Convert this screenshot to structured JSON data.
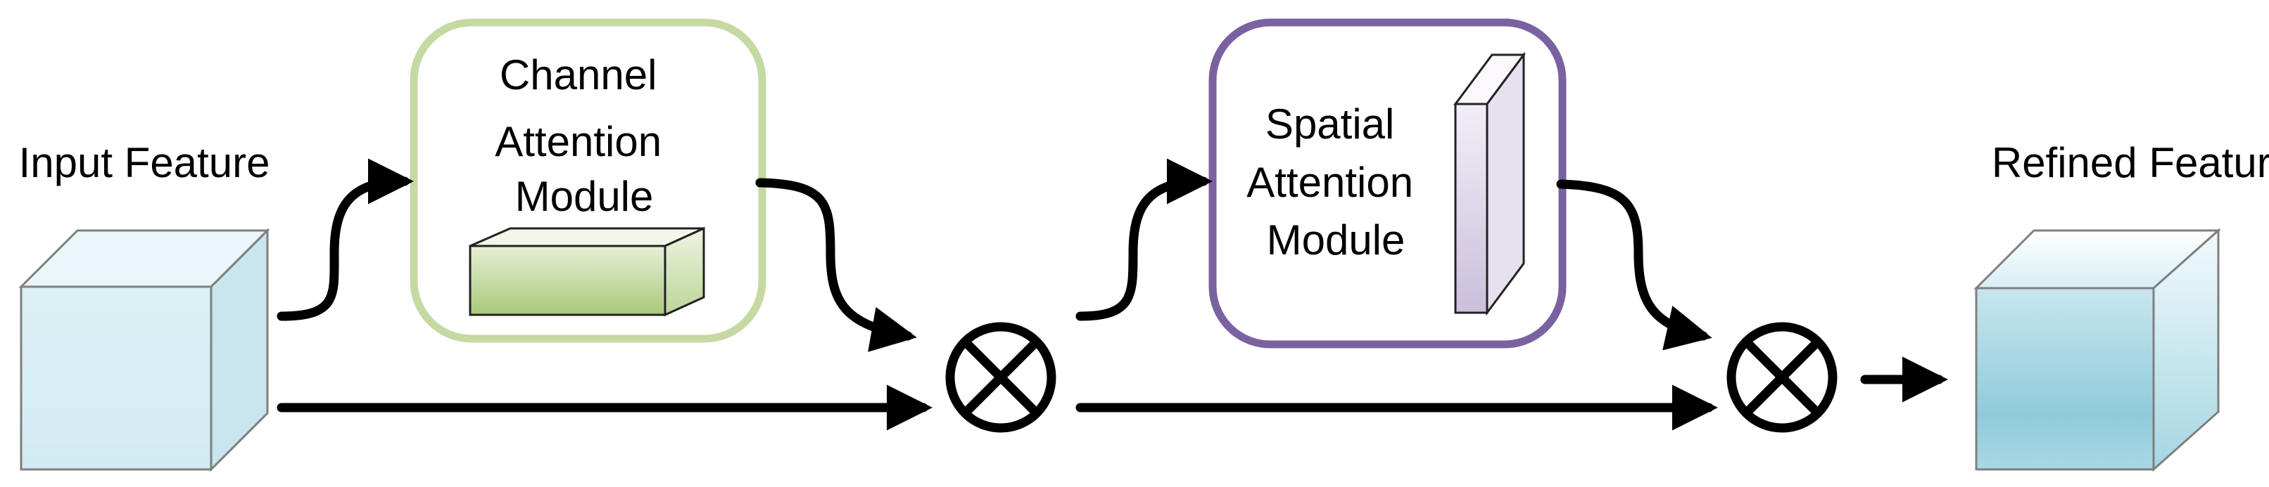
{
  "labels": {
    "input": "Input Feature",
    "refined": "Refined  Feature",
    "channel": [
      "Channel",
      "Attention",
      "Module"
    ],
    "spatial": [
      "Spatial",
      "Attention",
      "Module"
    ]
  },
  "colors": {
    "channel_border": "#c5d9a3",
    "spatial_border": "#7a62a0",
    "input_cube": "#daeef3",
    "refined_cube": "#92cddc",
    "channel_block": "#b5d08a",
    "spatial_block": "#d3c9e0",
    "arrow": "#000000"
  },
  "icons": {
    "multiply_1": "circle-times-icon",
    "multiply_2": "circle-times-icon"
  }
}
